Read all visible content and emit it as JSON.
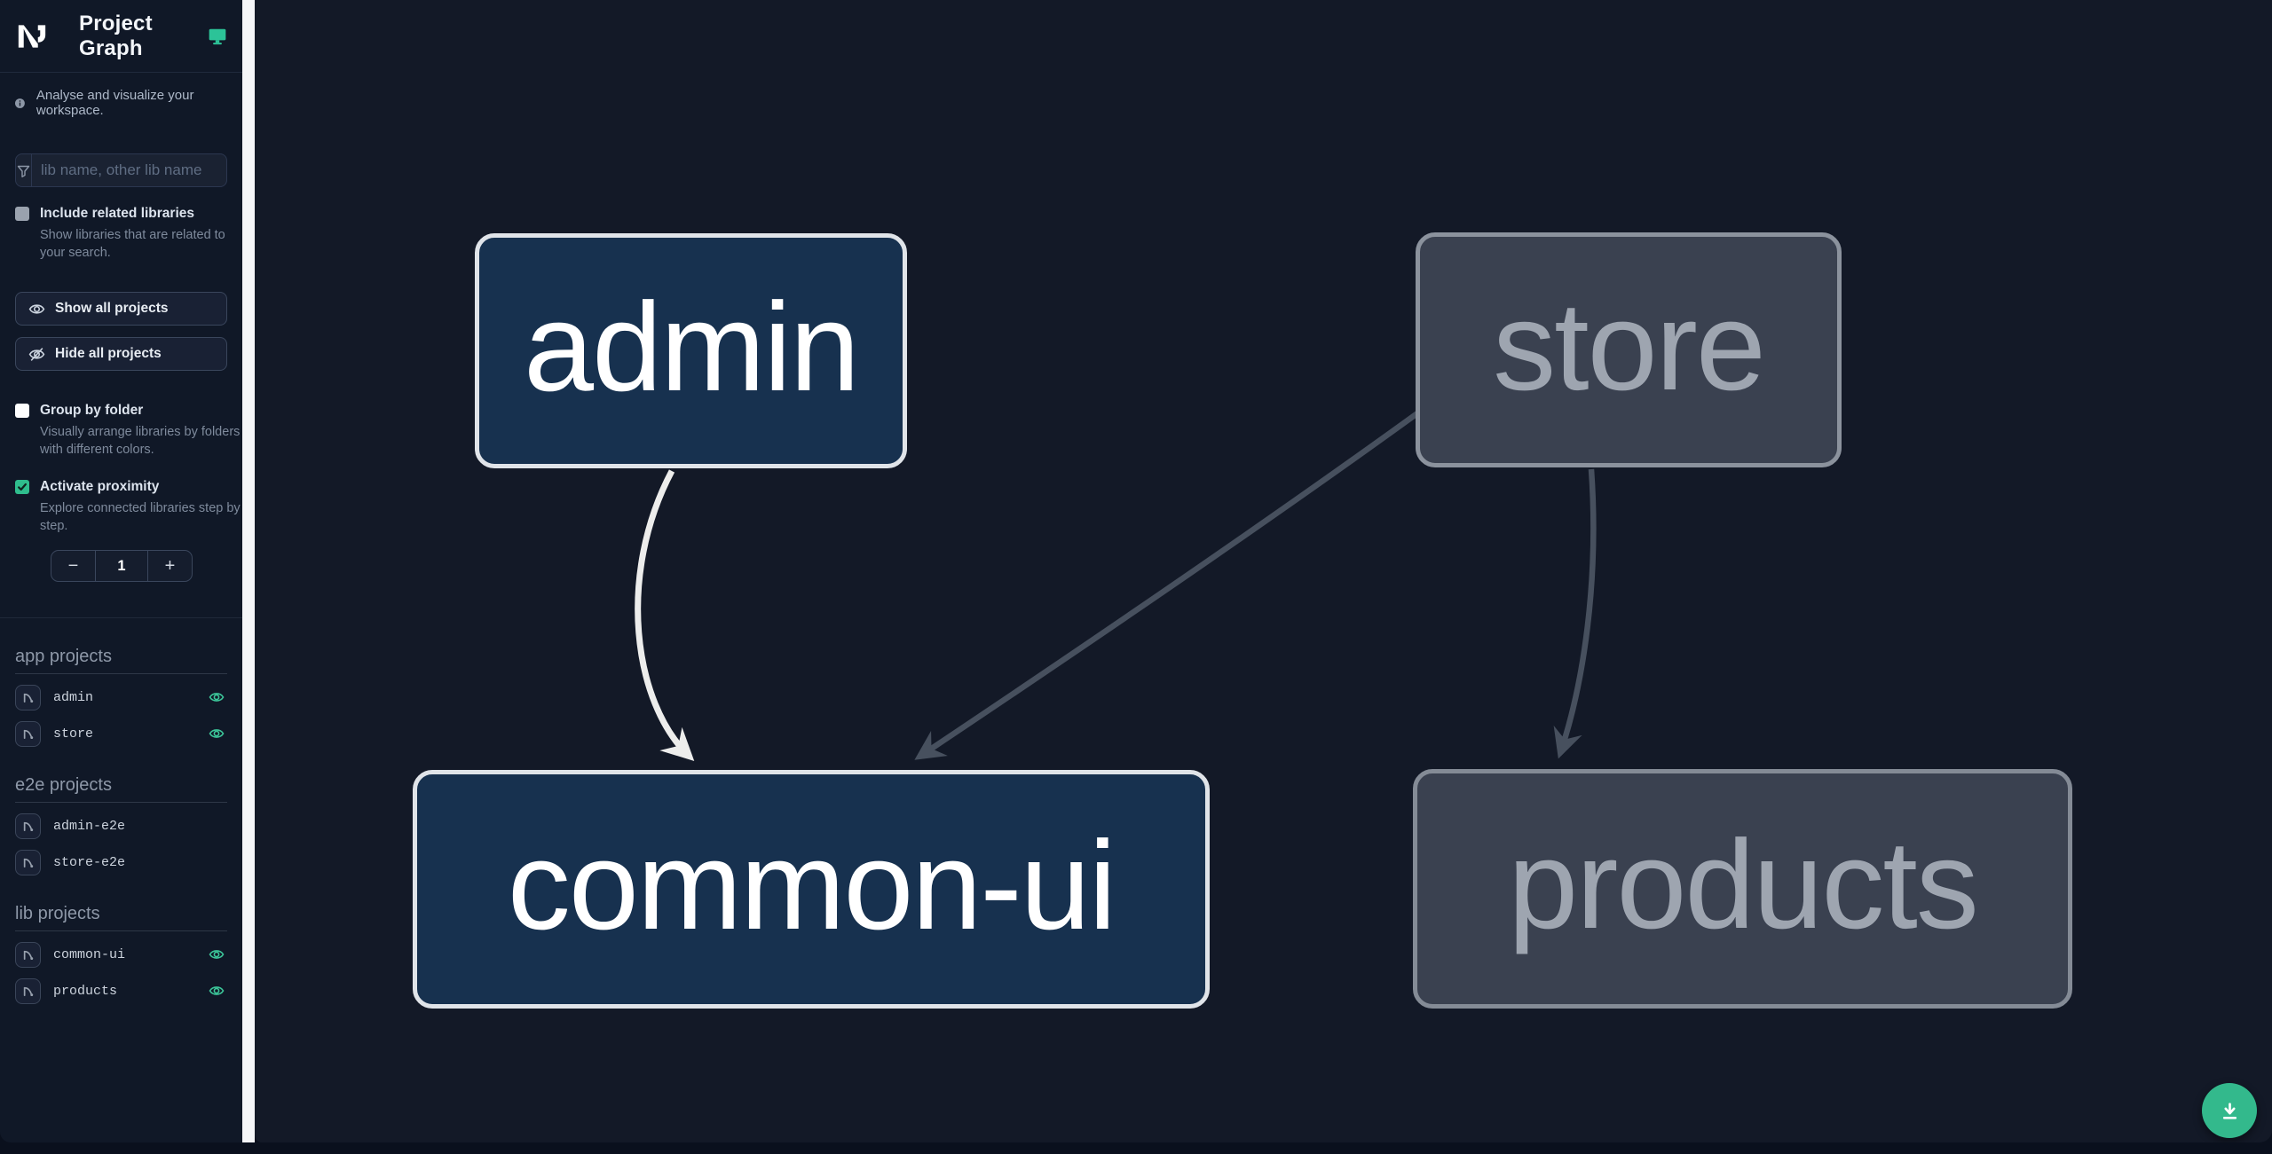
{
  "header": {
    "title": "Project Graph"
  },
  "sidebar": {
    "tagline": "Analyse and visualize your workspace.",
    "filter": {
      "placeholder": "lib name, other lib name"
    },
    "include_related": {
      "label": "Include related libraries",
      "description": "Show libraries that are related to your search.",
      "checked": false
    },
    "show_all_label": "Show all projects",
    "hide_all_label": "Hide all projects",
    "group_by_folder": {
      "label": "Group by folder",
      "description": "Visually arrange libraries by folders with different colors.",
      "checked": false
    },
    "proximity": {
      "label": "Activate proximity",
      "description": "Explore connected libraries step by step.",
      "checked": true,
      "decrease": "−",
      "depth": "1",
      "increase": "+"
    },
    "sections": [
      {
        "title": "app projects",
        "items": [
          {
            "name": "admin",
            "visible": true
          },
          {
            "name": "store",
            "visible": true
          }
        ]
      },
      {
        "title": "e2e projects",
        "items": [
          {
            "name": "admin-e2e",
            "visible": false
          },
          {
            "name": "store-e2e",
            "visible": false
          }
        ]
      },
      {
        "title": "lib projects",
        "items": [
          {
            "name": "common-ui",
            "visible": true
          },
          {
            "name": "products",
            "visible": true
          }
        ]
      }
    ]
  },
  "graph": {
    "nodes": [
      {
        "id": "admin",
        "label": "admin",
        "type": "app",
        "highlighted": true
      },
      {
        "id": "store",
        "label": "store",
        "type": "app",
        "highlighted": false
      },
      {
        "id": "common-ui",
        "label": "common-ui",
        "type": "lib",
        "highlighted": true
      },
      {
        "id": "products",
        "label": "products",
        "type": "lib",
        "highlighted": false
      }
    ],
    "edges": [
      {
        "source": "admin",
        "target": "common-ui",
        "highlighted": true
      },
      {
        "source": "store",
        "target": "common-ui",
        "highlighted": false
      },
      {
        "source": "store",
        "target": "products",
        "highlighted": false
      }
    ]
  },
  "fab": {
    "icon": "download-icon"
  },
  "colors": {
    "accent_green": "#33b98c",
    "icon_green": "#3cc79a",
    "node_focused_fill": "#17314f",
    "node_focused_border": "#e0e4e9",
    "node_faded_fill": "#3a4150",
    "node_faded_border": "#8b929d",
    "edge": "#47505e",
    "edge_highlight": "#ededec",
    "sidebar_bg": "#101827",
    "canvas_bg": "#131927",
    "gutter": "#f5f6f8"
  }
}
